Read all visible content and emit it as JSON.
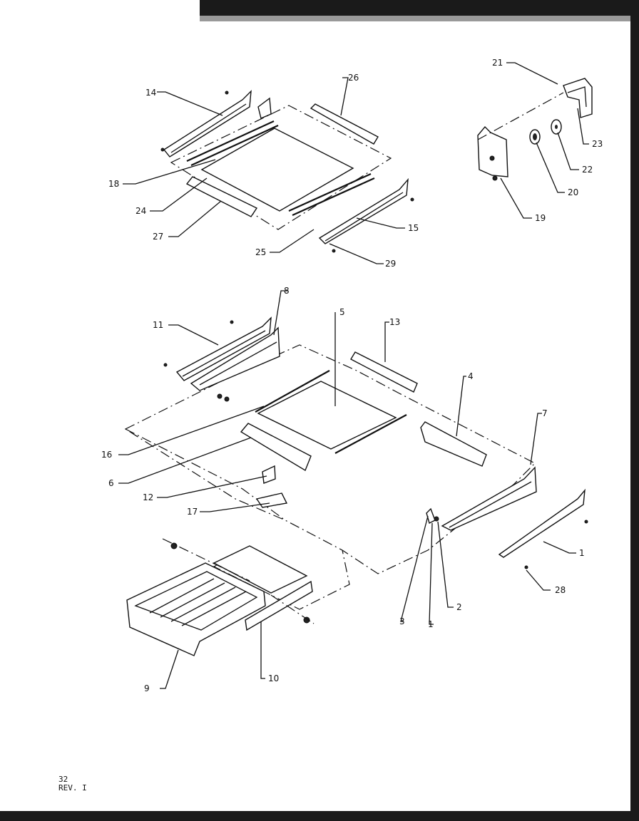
{
  "labels": {
    "l1a": "1",
    "l1b": "1",
    "l2": "2",
    "l3": "3",
    "l4": "4",
    "l5": "5",
    "l6": "6",
    "l7": "7",
    "l8": "8",
    "l9": "9",
    "l10": "10",
    "l11": "11",
    "l12": "12",
    "l13": "13",
    "l14": "14",
    "l15": "15",
    "l16": "16",
    "l17": "17",
    "l18": "18",
    "l19": "19",
    "l20": "20",
    "l21": "21",
    "l22": "22",
    "l23": "23",
    "l24": "24",
    "l25": "25",
    "l26": "26",
    "l27": "27",
    "l28": "28",
    "l29": "29"
  },
  "footer": {
    "page": "32",
    "rev": "REV. I"
  }
}
